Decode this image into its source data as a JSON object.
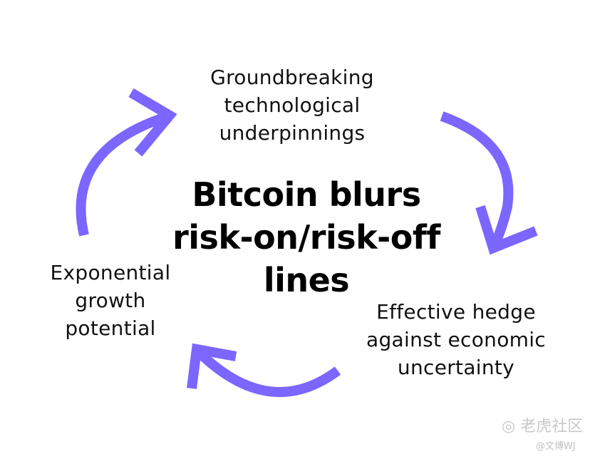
{
  "title": "Bitcoin blurs risk-on/risk-off lines",
  "title_lines": [
    "Bitcoin blurs",
    "risk-on/risk-off",
    "lines"
  ],
  "nodes": [
    {
      "lines": [
        "Groundbreaking",
        "technological",
        "underpinnings"
      ]
    },
    {
      "lines": [
        "Effective hedge",
        "against economic",
        "uncertainty"
      ]
    },
    {
      "lines": [
        "Exponential",
        "growth",
        "potential"
      ]
    }
  ],
  "arrow_color": "#7b66ff",
  "watermark": {
    "brand": "老虎社区",
    "handle": "@文博WJ"
  }
}
